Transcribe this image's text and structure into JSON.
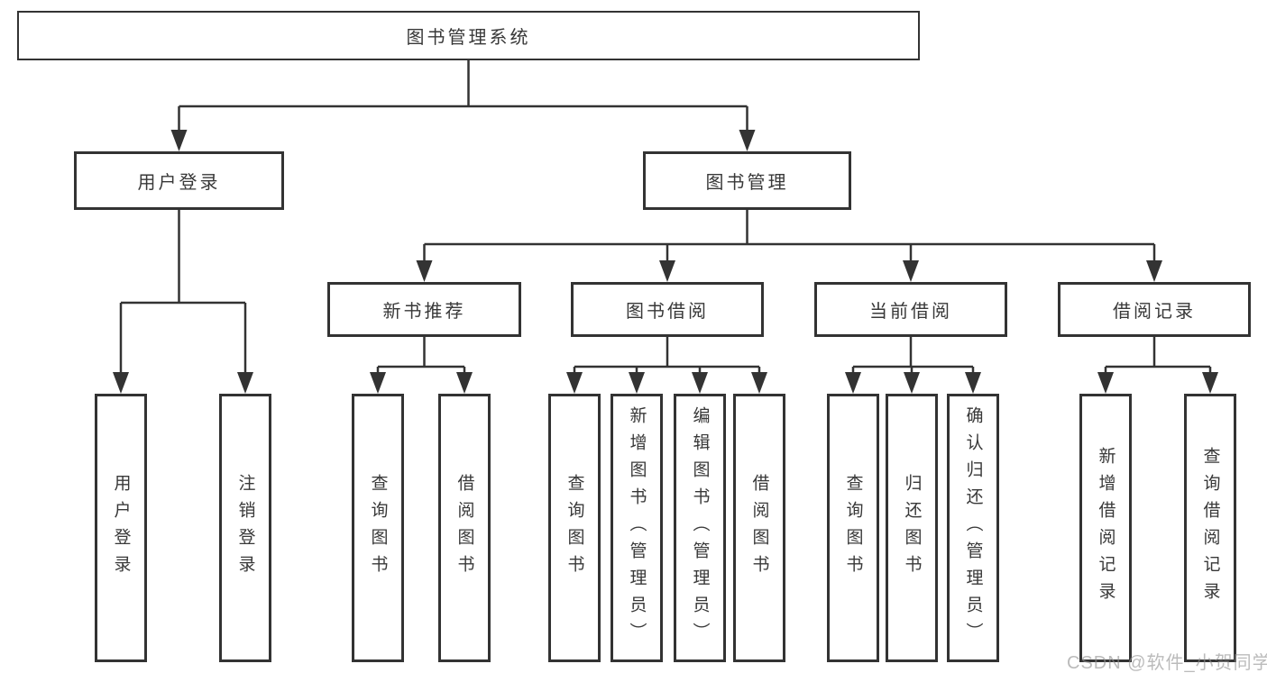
{
  "diagram": {
    "root": {
      "label": "图书管理系统"
    },
    "level1": [
      {
        "label": "用户登录"
      },
      {
        "label": "图书管理"
      }
    ],
    "level2": [
      {
        "label": "新书推荐"
      },
      {
        "label": "图书借阅"
      },
      {
        "label": "当前借阅"
      },
      {
        "label": "借阅记录"
      }
    ],
    "leaves": {
      "user_login": [
        "用户登录",
        "注销登录"
      ],
      "new_books": [
        "查询图书",
        "借阅图书"
      ],
      "book_borrow": [
        "查询图书",
        "新增图书（管理员）",
        "编辑图书（管理员）",
        "借阅图书"
      ],
      "current_borrow": [
        "查询图书",
        "归还图书",
        "确认归还（管理员）"
      ],
      "borrow_records": [
        "新增借阅记录",
        "查询借阅记录"
      ]
    }
  },
  "watermark": "CSDN @软件_小贺同学",
  "colors": {
    "line": "#333333",
    "text": "#383838",
    "background": "#ffffff",
    "watermark": "#919191"
  }
}
